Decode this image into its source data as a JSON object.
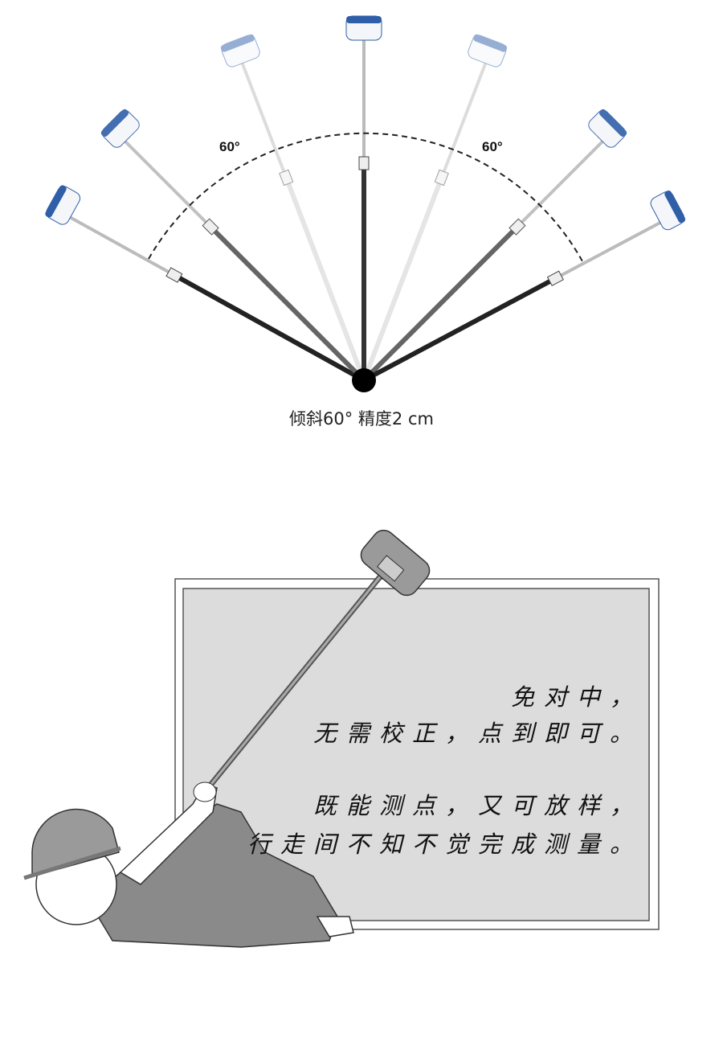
{
  "top_diagram": {
    "left_angle_label": "60°",
    "right_angle_label": "60°",
    "caption": "倾斜60°  精度2 cm"
  },
  "board": {
    "lines": [
      "免对中，",
      "无需校正，点到即可。",
      "既能测点，又可放样，",
      "行走间不知不觉完成测量。"
    ]
  },
  "colors": {
    "receiver_blue": "#2f5fa8",
    "board_gray": "#dcdcdc",
    "worker_gray": "#8a8a8a"
  }
}
